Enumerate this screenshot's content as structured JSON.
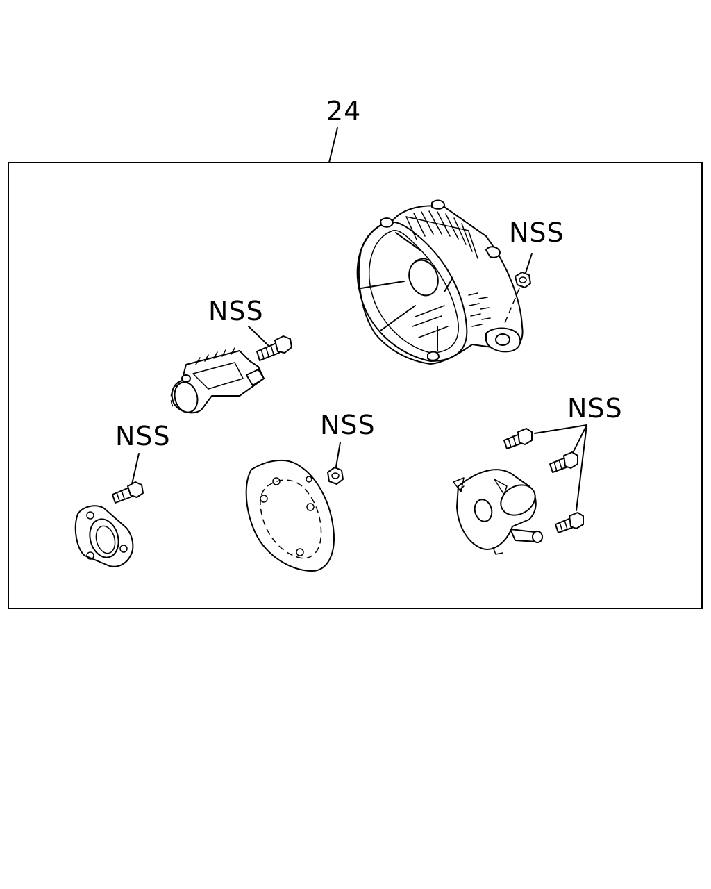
{
  "diagram": {
    "assembly_callout": "24",
    "labels": {
      "nss_rear_nut": "NSS",
      "nss_brush_bolt": "NSS",
      "nss_bearing_bolt": "NSS",
      "nss_plate_nut": "NSS",
      "nss_cover_screws": "NSS"
    }
  }
}
